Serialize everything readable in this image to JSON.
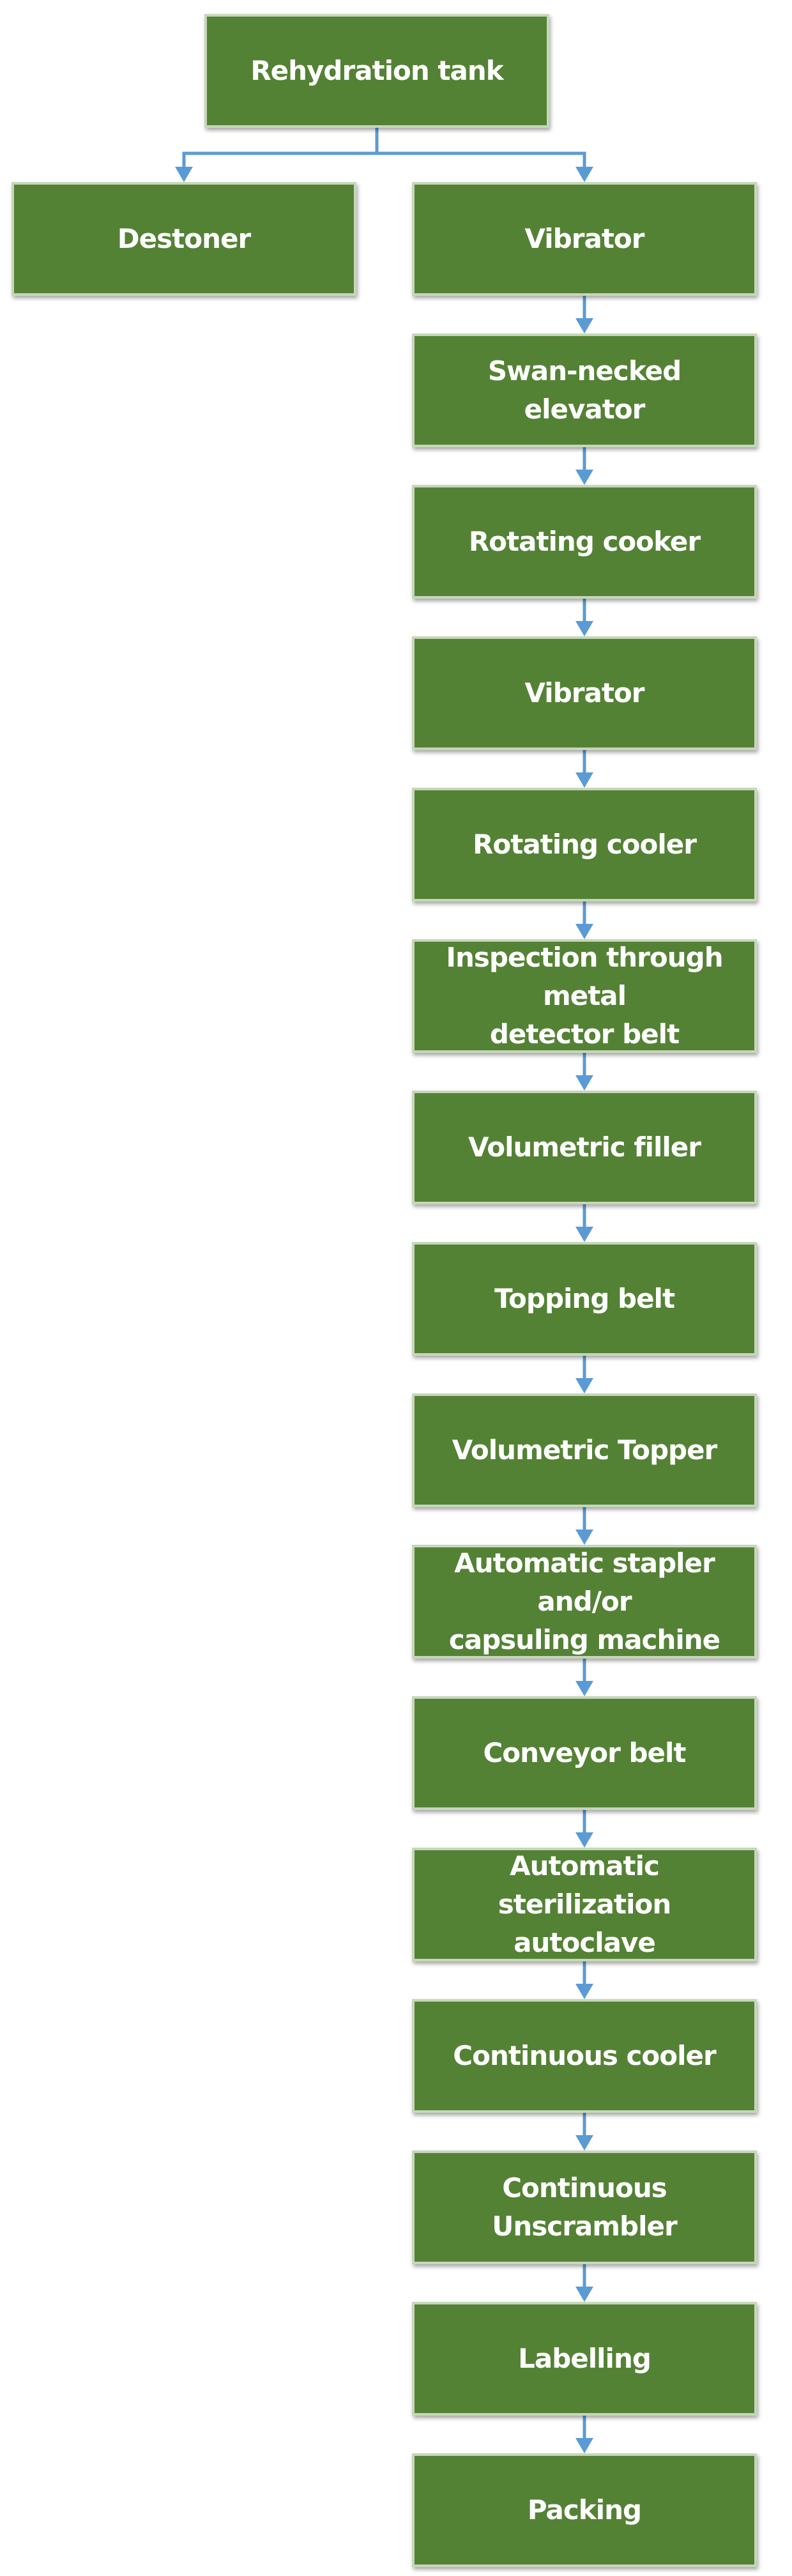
{
  "flowchart": {
    "root": "Rehydration tank",
    "left_branch": "Destoner",
    "chain": [
      "Vibrator",
      "Swan-necked elevator",
      "Rotating cooker",
      "Vibrator",
      "Rotating cooler",
      "Inspection through metal\ndetector belt",
      "Volumetric filler",
      "Topping belt",
      "Volumetric Topper",
      "Automatic stapler and/or\ncapsuling machine",
      "Conveyor belt",
      "Automatic sterilization\nautoclave",
      "Continuous cooler",
      "Continuous Unscrambler",
      "Labelling",
      "Packing"
    ]
  },
  "colors": {
    "box_fill": "#548235",
    "box_border": "#c7d6bb",
    "box_text": "#ffffff",
    "connector": "#5b9bd5"
  }
}
